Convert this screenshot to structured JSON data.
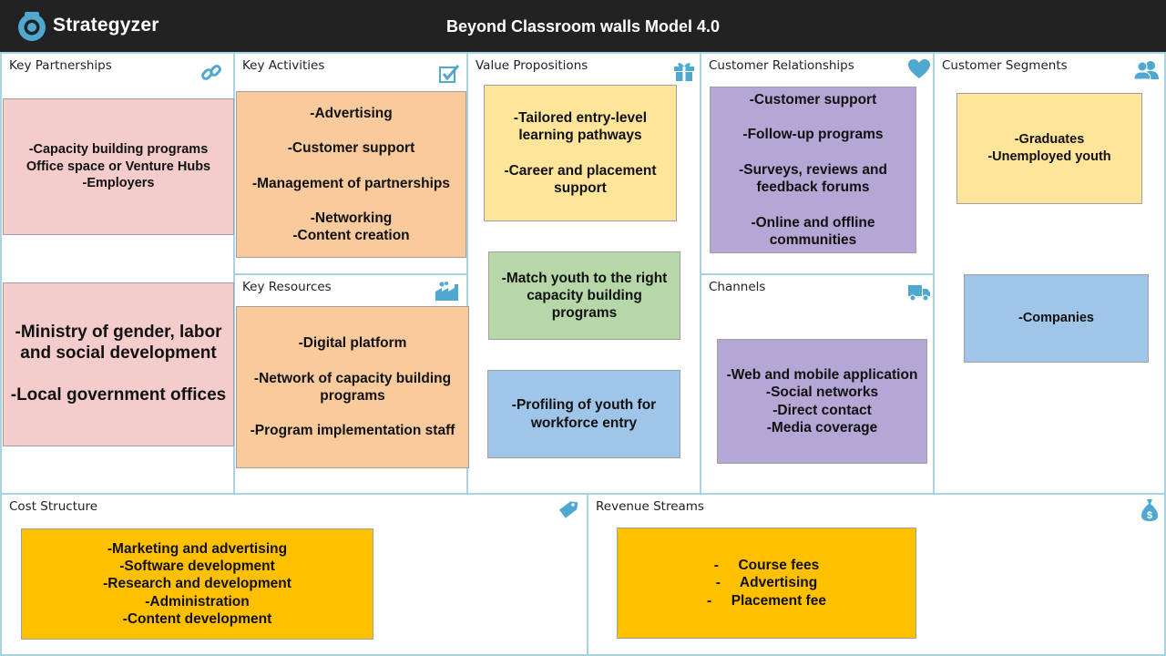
{
  "header": {
    "brand": "Strategyzer",
    "title": "Beyond Classroom walls Model 4.0"
  },
  "colors": {
    "header_bg": "#222222",
    "border": "#a9d2e4",
    "icon": "#4fa8d0",
    "pink": "#f4cccc",
    "peach": "#f9cb9c",
    "yellow": "#ffe599",
    "green": "#b6d7a8",
    "blue": "#9fc5e8",
    "purple": "#b4a7d6",
    "gold": "#ffc000"
  },
  "blocks": {
    "key_partnerships": {
      "label": "Key Partnerships",
      "icon": "link-icon",
      "notes": [
        "-Capacity building programs\nOffice space or Venture Hubs\n-Employers",
        "-Ministry of gender, labor and social development\n\n-Local government offices"
      ]
    },
    "key_activities": {
      "label": "Key Activities",
      "icon": "checkbox-icon",
      "notes": [
        "-Advertising\n\n-Customer support\n\n-Management of partnerships\n\n-Networking\n-Content creation"
      ]
    },
    "key_resources": {
      "label": "Key Resources",
      "icon": "factory-icon",
      "notes": [
        "-Digital platform\n\n-Network of capacity building programs\n\n-Program implementation staff"
      ]
    },
    "value_propositions": {
      "label": "Value Propositions",
      "icon": "gift-icon",
      "notes": [
        "-Tailored entry-level learning pathways\n\n-Career and placement support",
        "-Match youth to the right capacity building programs",
        "-Profiling of youth for workforce entry"
      ]
    },
    "customer_relationships": {
      "label": "Customer Relationships",
      "icon": "heart-icon",
      "notes": [
        "-Customer support\n\n-Follow-up programs\n\n-Surveys, reviews and feedback forums\n\n-Online and offline communities"
      ]
    },
    "channels": {
      "label": "Channels",
      "icon": "truck-icon",
      "notes": [
        "-Web and mobile application\n-Social networks\n-Direct contact\n-Media coverage"
      ]
    },
    "customer_segments": {
      "label": "Customer Segments",
      "icon": "users-icon",
      "notes": [
        "-Graduates\n-Unemployed youth",
        "-Companies"
      ]
    },
    "cost_structure": {
      "label": "Cost Structure",
      "icon": "tag-icon",
      "notes": [
        "-Marketing and advertising\n-Software development\n-Research and development\n-Administration\n-Content development"
      ]
    },
    "revenue_streams": {
      "label": "Revenue Streams",
      "icon": "money-bag-icon",
      "notes": [
        "-     Course fees\n-     Advertising\n-     Placement fee"
      ]
    }
  }
}
